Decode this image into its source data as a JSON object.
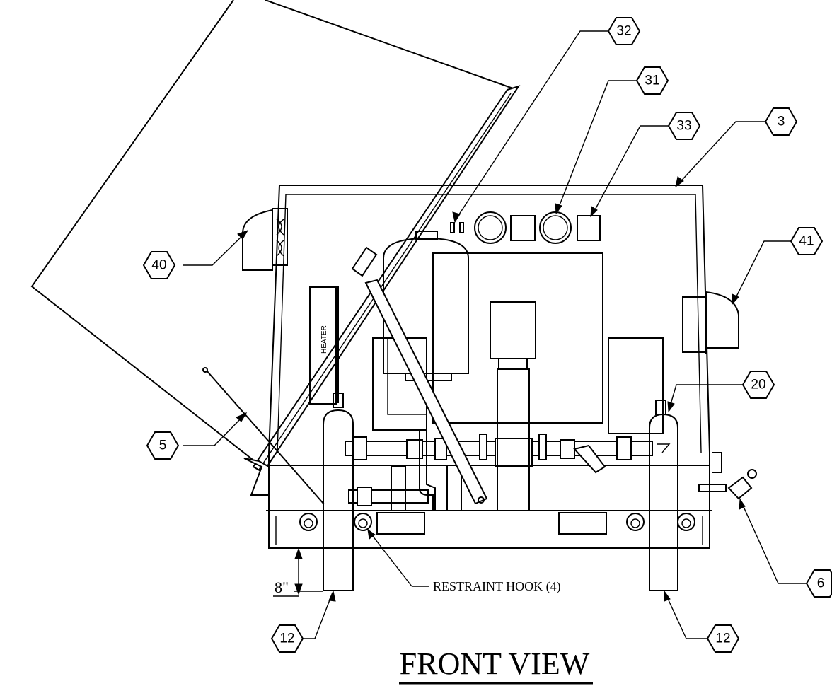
{
  "view_title": "FRONT VIEW",
  "restraint_label": "RESTRAINT HOOK (4)",
  "heater_label": "HEATER",
  "dimension": "8\"",
  "callouts": {
    "c32": "32",
    "c31": "31",
    "c33": "33",
    "c3": "3",
    "c41": "41",
    "c40": "40",
    "c20": "20",
    "c5": "5",
    "c6": "6",
    "c12_left": "12",
    "c12_right": "12"
  }
}
